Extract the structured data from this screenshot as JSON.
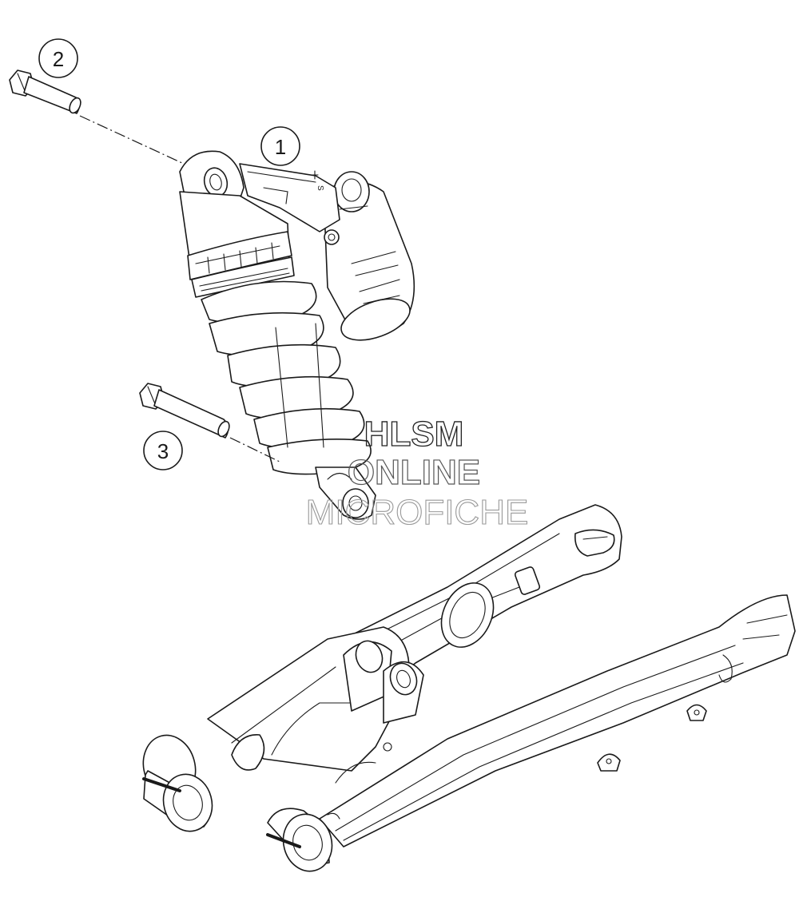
{
  "callouts": [
    {
      "id": "1",
      "label": "1"
    },
    {
      "id": "2",
      "label": "2"
    },
    {
      "id": "3",
      "label": "3"
    }
  ],
  "watermark": {
    "line1": "HLSM",
    "line2": "ONLINE",
    "line3": "MICROFICHE"
  },
  "shock_marking": "S",
  "colors": {
    "line": "#1a1a1a",
    "background": "#ffffff"
  }
}
